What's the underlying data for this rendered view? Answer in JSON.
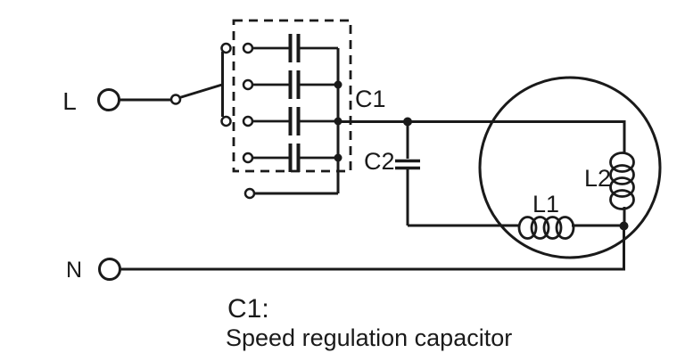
{
  "page": {
    "background": "#ffffff",
    "line_color": "#1a1a1a"
  },
  "schematic": {
    "terminals": {
      "live": "L",
      "neutral": "N"
    },
    "components": {
      "capacitor_bank_label": "C1",
      "run_capacitor_label": "C2",
      "winding_1_label": "L1",
      "winding_2_label": "L2",
      "capacitor_bank_rows": 4,
      "selector_positions": 5
    },
    "caption": {
      "title": "C1:",
      "description": "Speed regulation capacitor"
    }
  }
}
